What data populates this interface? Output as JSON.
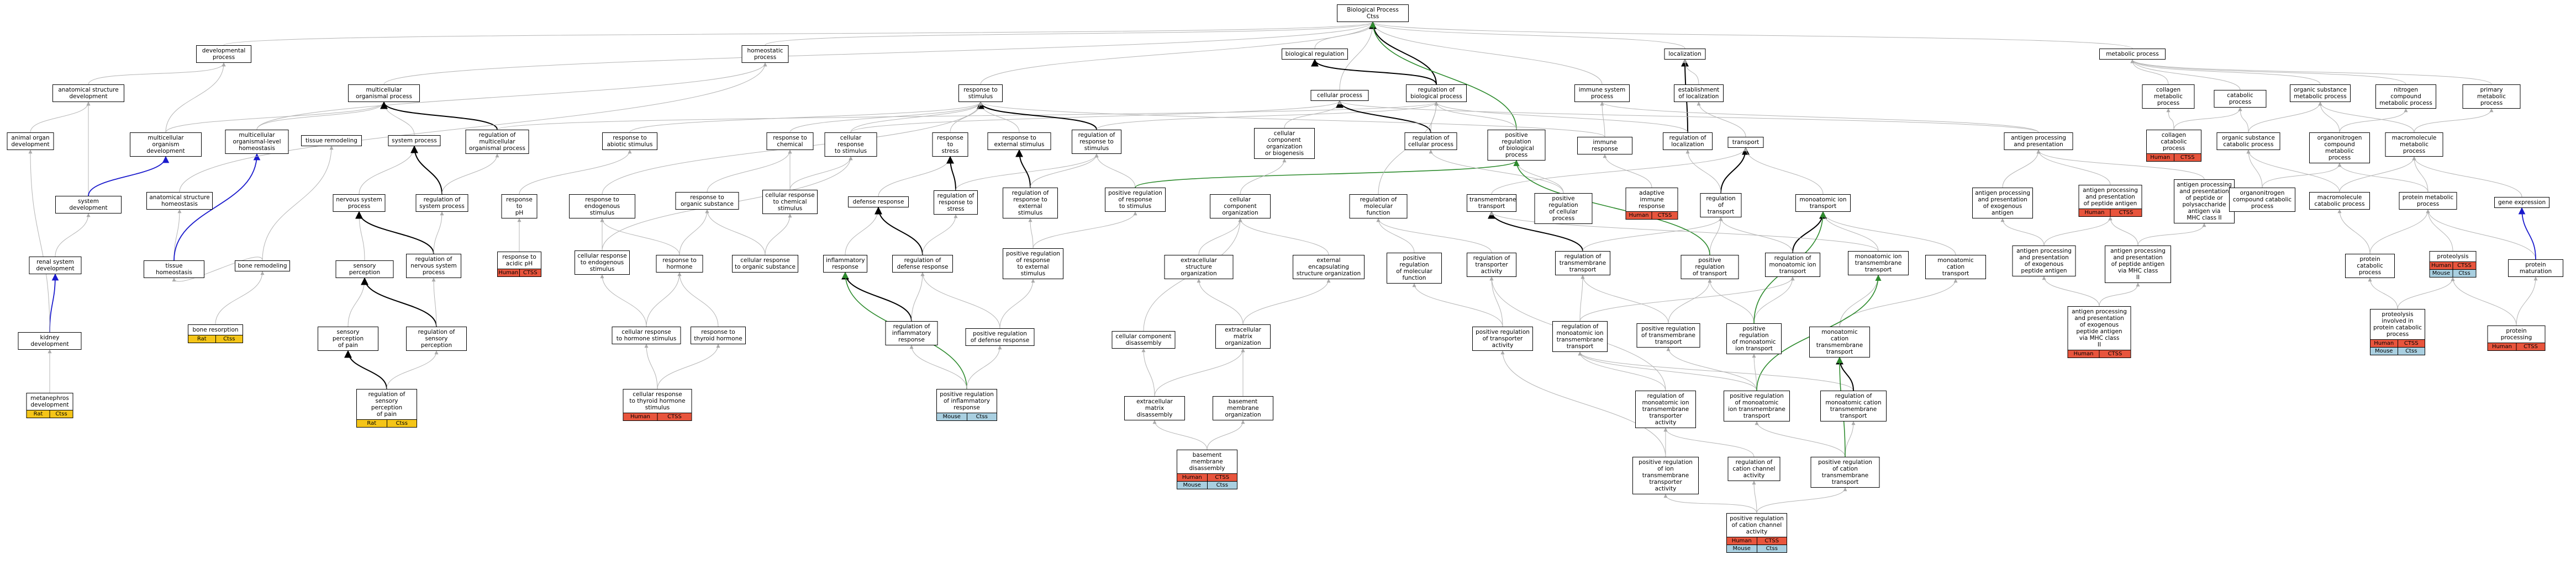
{
  "colors": {
    "Human": "#e8553d",
    "Mouse": "#a9cfe0",
    "Rat": "#f5c518",
    "Ctss": "#f5c518"
  },
  "nodes": [
    {
      "id": "bp",
      "label": "Biological Process\nCtss"
    },
    {
      "id": "devproc",
      "label": "developmental\nprocess"
    },
    {
      "id": "homeo",
      "label": "homeostatic\nprocess"
    },
    {
      "id": "bioreg",
      "label": "biological regulation"
    },
    {
      "id": "loc",
      "label": "localization"
    },
    {
      "id": "metab",
      "label": "metabolic process"
    },
    {
      "id": "anatdev",
      "label": "anatomical structure\ndevelopment"
    },
    {
      "id": "multi",
      "label": "multicellular\norganismal process"
    },
    {
      "id": "respstim",
      "label": "response to\nstimulus"
    },
    {
      "id": "cellproc",
      "label": "cellular process"
    },
    {
      "id": "regbio",
      "label": "regulation of\nbiological process"
    },
    {
      "id": "immsys",
      "label": "immune system\nprocess"
    },
    {
      "id": "estloc",
      "label": "establishment\nof localization"
    },
    {
      "id": "animorg",
      "label": "animal organ\ndevelopment"
    },
    {
      "id": "multidev",
      "label": "multicellular\norganism development"
    },
    {
      "id": "multihomeo",
      "label": "multicellular\norganismal-level\nhomeostasis"
    },
    {
      "id": "tissrem",
      "label": "tissue remodeling"
    },
    {
      "id": "sysproc",
      "label": "system process"
    },
    {
      "id": "regmulti",
      "label": "regulation of\nmulticellular\norganismal process"
    },
    {
      "id": "respabio",
      "label": "response to\nabiotic stimulus"
    },
    {
      "id": "respchem",
      "label": "response to\nchemical"
    },
    {
      "id": "cellresp",
      "label": "cellular response\nto stimulus"
    },
    {
      "id": "respstress",
      "label": "response to\nstress"
    },
    {
      "id": "respext",
      "label": "response to\nexternal stimulus"
    },
    {
      "id": "regresp",
      "label": "regulation of\nresponse to\nstimulus"
    },
    {
      "id": "ccorg",
      "label": "cellular component\norganization\nor biogenesis"
    },
    {
      "id": "regcell",
      "label": "regulation of\ncellular process"
    },
    {
      "id": "posbio",
      "label": "positive regulation\nof biological\nprocess"
    },
    {
      "id": "immresp",
      "label": "immune response"
    },
    {
      "id": "regloc",
      "label": "regulation of\nlocalization"
    },
    {
      "id": "transport",
      "label": "transport"
    },
    {
      "id": "antproc",
      "label": "antigen processing\nand presentation"
    },
    {
      "id": "collmet",
      "label": "collagen metabolic\nprocess"
    },
    {
      "id": "catab",
      "label": "catabolic process"
    },
    {
      "id": "orgsub",
      "label": "organic substance\nmetabolic process"
    },
    {
      "id": "nitro",
      "label": "nitrogen compound\nmetabolic process"
    },
    {
      "id": "primet",
      "label": "primary metabolic\nprocess"
    },
    {
      "id": "sysdev",
      "label": "system development"
    },
    {
      "id": "anathomeo",
      "label": "anatomical structure\nhomeostasis"
    },
    {
      "id": "nervsys",
      "label": "nervous system\nprocess"
    },
    {
      "id": "regsys",
      "label": "regulation of\nsystem process"
    },
    {
      "id": "respph",
      "label": "response to\npH"
    },
    {
      "id": "respendo",
      "label": "response to\nendogenous stimulus"
    },
    {
      "id": "resporg",
      "label": "response to\norganic substance"
    },
    {
      "id": "cellchem",
      "label": "cellular response\nto chemical\nstimulus"
    },
    {
      "id": "defresp",
      "label": "defense response"
    },
    {
      "id": "regstress",
      "label": "regulation of\nresponse to\nstress"
    },
    {
      "id": "regext",
      "label": "regulation of\nresponse to\nexternal stimulus"
    },
    {
      "id": "posresp",
      "label": "positive regulation\nof response\nto stimulus"
    },
    {
      "id": "ccorg2",
      "label": "cellular component\norganization"
    },
    {
      "id": "regmol",
      "label": "regulation of\nmolecular function"
    },
    {
      "id": "tmtrans",
      "label": "transmembrane\ntransport"
    },
    {
      "id": "poscell",
      "label": "positive regulation\nof cellular\nprocess"
    },
    {
      "id": "adapt",
      "label": "adaptive immune\nresponse",
      "annots": [
        [
          "Human",
          "CTSS"
        ]
      ]
    },
    {
      "id": "regtrans",
      "label": "regulation of\ntransport"
    },
    {
      "id": "monoion",
      "label": "monoatomic ion\ntransport"
    },
    {
      "id": "apexo",
      "label": "antigen processing\nand presentation\nof exogenous\nantigen"
    },
    {
      "id": "appep",
      "label": "antigen processing\nand presentation\nof peptide antigen",
      "annots": [
        [
          "Human",
          "CTSS"
        ]
      ]
    },
    {
      "id": "appoly",
      "label": "antigen processing\nand presentation\nof peptide or\npolysaccharide\nantigen via\nMHC class II"
    },
    {
      "id": "collcat",
      "label": "collagen catabolic\nprocess",
      "annots": [
        [
          "Human",
          "CTSS"
        ]
      ]
    },
    {
      "id": "orgcat",
      "label": "organic substance\ncatabolic process"
    },
    {
      "id": "organo",
      "label": "organonitrogen\ncompound metabolic\nprocess"
    },
    {
      "id": "macro",
      "label": "macromolecule\nmetabolic process"
    },
    {
      "id": "geneexp",
      "label": "gene expression"
    },
    {
      "id": "renal",
      "label": "renal system\ndevelopment"
    },
    {
      "id": "tisshomeo",
      "label": "tissue homeostasis"
    },
    {
      "id": "bonerem",
      "label": "bone remodeling"
    },
    {
      "id": "sensperc",
      "label": "sensory perception"
    },
    {
      "id": "regnerv",
      "label": "regulation of\nnervous system\nprocess"
    },
    {
      "id": "respacid",
      "label": "response to\nacidic pH",
      "annots": [
        [
          "Human",
          "CTSS"
        ]
      ]
    },
    {
      "id": "cellendo",
      "label": "cellular response\nto endogenous\nstimulus"
    },
    {
      "id": "resphorm",
      "label": "response to\nhormone"
    },
    {
      "id": "cellorg",
      "label": "cellular response\nto organic substance"
    },
    {
      "id": "inflam",
      "label": "inflammatory\nresponse"
    },
    {
      "id": "regdef",
      "label": "regulation of\ndefense response"
    },
    {
      "id": "posext",
      "label": "positive regulation\nof response\nto external\nstimulus"
    },
    {
      "id": "extorg",
      "label": "extracellular\nstructure organization"
    },
    {
      "id": "extenc",
      "label": "external encapsulating\nstructure organization"
    },
    {
      "id": "posmol",
      "label": "positive regulation\nof molecular\nfunction"
    },
    {
      "id": "regtpa",
      "label": "regulation of\ntransporter\nactivity"
    },
    {
      "id": "regtm",
      "label": "regulation of\ntransmembrane\ntransport"
    },
    {
      "id": "posttrans",
      "label": "positive regulation\nof transport"
    },
    {
      "id": "regmono",
      "label": "regulation of\nmonoatomic ion\ntransport"
    },
    {
      "id": "monotm",
      "label": "monoatomic ion\ntransmembrane\ntransport"
    },
    {
      "id": "monocat",
      "label": "monoatomic cation\ntransport"
    },
    {
      "id": "apexopep",
      "label": "antigen processing\nand presentation\nof exogenous\npeptide antigen"
    },
    {
      "id": "appep2",
      "label": "antigen processing\nand presentation\nof peptide antigen\nvia MHC class\nII"
    },
    {
      "id": "orgcatab",
      "label": "organonitrogen\ncompound catabolic\nprocess"
    },
    {
      "id": "macrocat",
      "label": "macromolecule\ncatabolic process"
    },
    {
      "id": "protmet",
      "label": "protein metabolic\nprocess"
    },
    {
      "id": "kidney",
      "label": "kidney development"
    },
    {
      "id": "boneres",
      "label": "bone resorption",
      "annots": [
        [
          "Rat",
          "Ctss"
        ]
      ]
    },
    {
      "id": "sensorypain",
      "label": "sensory perception\nof pain"
    },
    {
      "id": "regsens",
      "label": "regulation of\nsensory perception"
    },
    {
      "id": "cellhorm",
      "label": "cellular response\nto hormone stimulus"
    },
    {
      "id": "respthy",
      "label": "response to\nthyroid hormone"
    },
    {
      "id": "reginflam",
      "label": "regulation of\ninflammatory\nresponse"
    },
    {
      "id": "posdef",
      "label": "positive regulation\nof defense response"
    },
    {
      "id": "ccdis",
      "label": "cellular component\ndisassembly"
    },
    {
      "id": "extmat",
      "label": "extracellular\nmatrix organization"
    },
    {
      "id": "posttpa",
      "label": "positive regulation\nof transporter\nactivity"
    },
    {
      "id": "regmonotm",
      "label": "regulation of\nmonoatomic ion\ntransmembrane\ntransport"
    },
    {
      "id": "postm",
      "label": "positive regulation\nof transmembrane\ntransport"
    },
    {
      "id": "posmono",
      "label": "positive regulation\nof monoatomic\nion transport"
    },
    {
      "id": "monocattm",
      "label": "monoatomic cation\ntransmembrane\ntransport"
    },
    {
      "id": "apmhc",
      "label": "antigen processing\nand presentation\nof exogenous\npeptide antigen\nvia MHC class\nII",
      "annots": [
        [
          "Human",
          "CTSS"
        ]
      ]
    },
    {
      "id": "protcat",
      "label": "protein catabolic\nprocess"
    },
    {
      "id": "proteol",
      "label": "proteolysis",
      "annots": [
        [
          "Human",
          "CTSS"
        ],
        [
          "Mouse",
          "Ctss"
        ]
      ]
    },
    {
      "id": "protmat",
      "label": "protein maturation"
    },
    {
      "id": "metaneph",
      "label": "metanephros\ndevelopment",
      "annots": [
        [
          "Rat",
          "Ctss"
        ]
      ]
    },
    {
      "id": "regpain",
      "label": "regulation of\nsensory perception\nof pain",
      "annots": [
        [
          "Rat",
          "Ctss"
        ]
      ]
    },
    {
      "id": "cellthy",
      "label": "cellular response\nto thyroid hormone\nstimulus",
      "annots": [
        [
          "Human",
          "CTSS"
        ]
      ]
    },
    {
      "id": "posinflam",
      "label": "positive regulation\nof inflammatory\nresponse",
      "annots": [
        [
          "Mouse",
          "Ctss"
        ]
      ]
    },
    {
      "id": "extdis",
      "label": "extracellular\nmatrix disassembly"
    },
    {
      "id": "bmorg",
      "label": "basement membrane\norganization"
    },
    {
      "id": "bmdis",
      "label": "basement membrane\ndisassembly",
      "annots": [
        [
          "Human",
          "CTSS"
        ],
        [
          "Mouse",
          "Ctss"
        ]
      ]
    },
    {
      "id": "regmonotpa",
      "label": "regulation of\nmonoatomic ion\ntransmembrane\ntransporter\nactivity"
    },
    {
      "id": "posmonotm",
      "label": "positive regulation\nof monoatomic\nion transmembrane\ntransport"
    },
    {
      "id": "regcattm",
      "label": "regulation of\nmonoatomic cation\ntransmembrane\ntransport"
    },
    {
      "id": "protinv",
      "label": "proteolysis\ninvolved in\nprotein catabolic\nprocess",
      "annots": [
        [
          "Human",
          "CTSS"
        ],
        [
          "Mouse",
          "Ctss"
        ]
      ]
    },
    {
      "id": "protproc",
      "label": "protein processing",
      "annots": [
        [
          "Human",
          "CTSS"
        ]
      ]
    },
    {
      "id": "posmonotpa",
      "label": "positive regulation\nof ion transmembrane\ntransporter\nactivity"
    },
    {
      "id": "regcatchan",
      "label": "regulation of\ncation channel\nactivity"
    },
    {
      "id": "poscattm",
      "label": "positive regulation\nof cation transmembrane\ntransport"
    },
    {
      "id": "poscatchan",
      "label": "positive regulation\nof cation channel\nactivity",
      "annots": [
        [
          "Human",
          "CTSS"
        ],
        [
          "Mouse",
          "Ctss"
        ]
      ]
    }
  ]
}
